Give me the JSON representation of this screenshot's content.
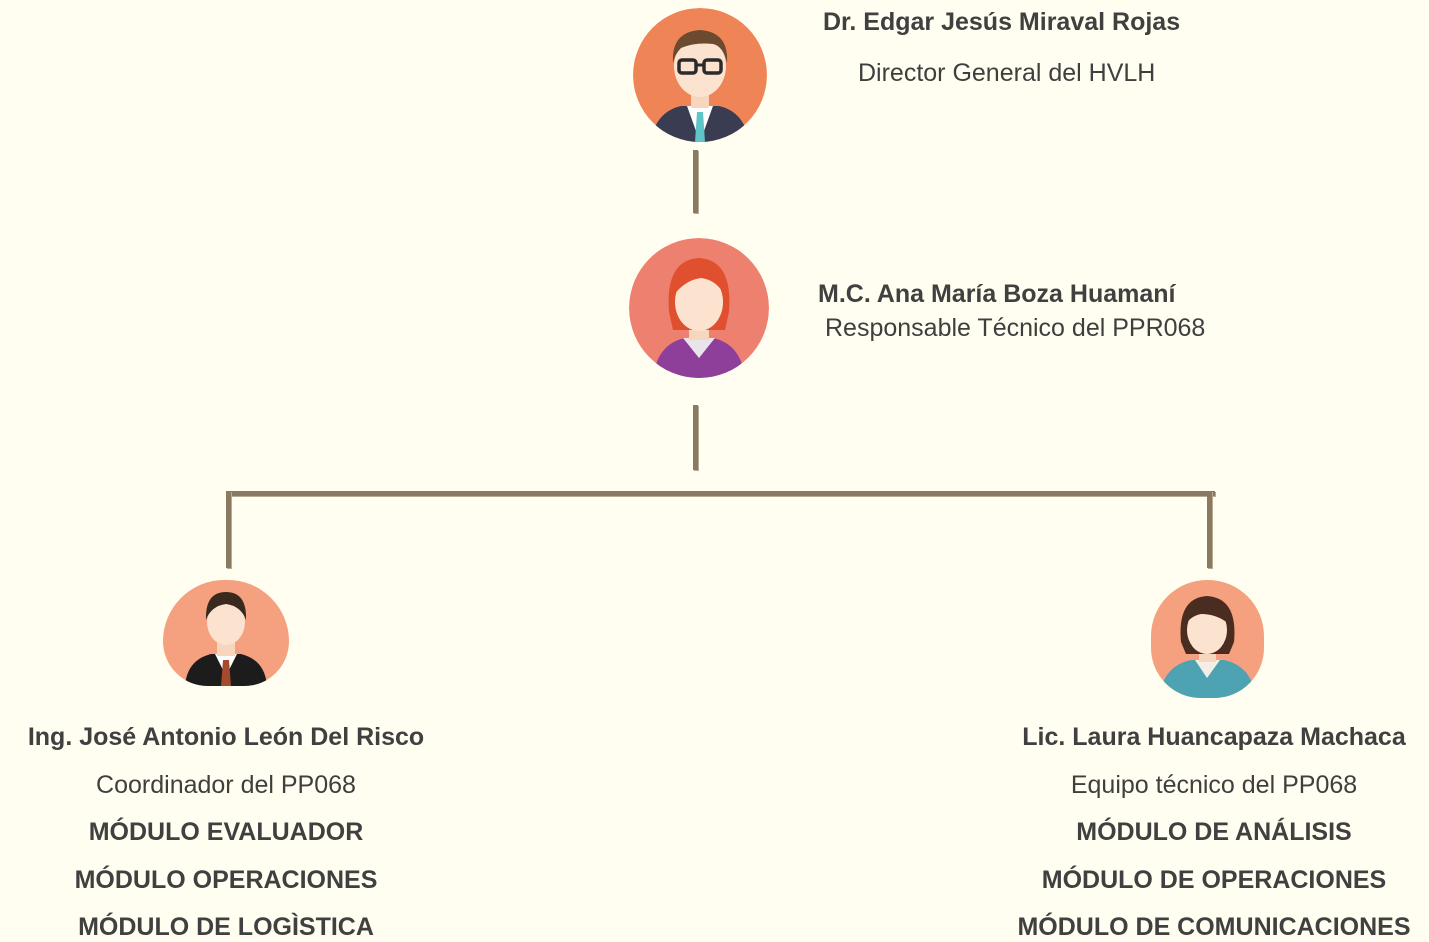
{
  "nodes": {
    "director": {
      "name": "Dr. Edgar Jesús Miraval Rojas",
      "role": "Director General del HVLH",
      "avatar_icon": "man-with-glasses-avatar-icon"
    },
    "responsible": {
      "name": "M.C.  Ana María Boza Huamaní",
      "role": "Responsable Técnico del PPR068",
      "avatar_icon": "woman-red-hair-avatar-icon"
    },
    "coordinator": {
      "name": "Ing. José Antonio León Del Risco",
      "role": "Coordinador del PP068",
      "modules": [
        "MÓDULO EVALUADOR",
        "MÓDULO OPERACIONES",
        "MÓDULO DE LOGÌSTICA"
      ],
      "avatar_icon": "man-in-suit-avatar-icon"
    },
    "technical_team": {
      "name": "Lic. Laura Huancapaza Machaca",
      "role": "Equipo técnico del PP068",
      "modules": [
        "MÓDULO DE ANÁLISIS",
        "MÓDULO DE OPERACIONES",
        "MÓDULO DE COMUNICACIONES"
      ],
      "avatar_icon": "woman-dark-hair-avatar-icon"
    }
  },
  "colors": {
    "background": "#fffef0",
    "connector": "#8a7a62",
    "text": "#3f3f3f",
    "avatar_orange": "#ef8456",
    "avatar_salmon": "#ee8070",
    "avatar_peach": "#f5a07e"
  }
}
